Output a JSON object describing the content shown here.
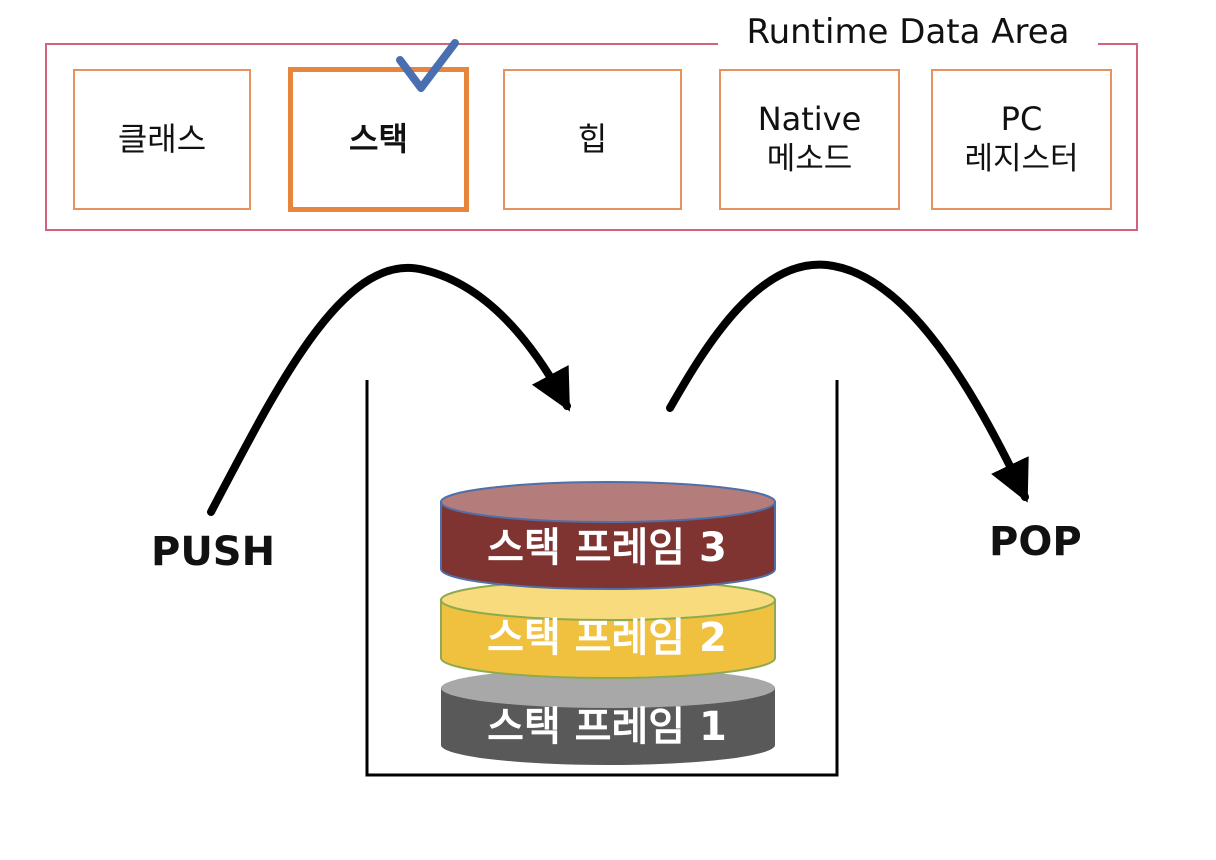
{
  "runtime_data_area": {
    "title": "Runtime Data Area",
    "areas": [
      {
        "line1": "클래스",
        "line2": ""
      },
      {
        "line1": "스택",
        "line2": "",
        "selected": true
      },
      {
        "line1": "힙",
        "line2": ""
      },
      {
        "line1": "Native",
        "line2": "메소드"
      },
      {
        "line1": "PC",
        "line2": "레지스터"
      }
    ]
  },
  "operations": {
    "push": "PUSH",
    "pop": "POP"
  },
  "stack_frames": [
    {
      "label": "스택 프레임 3",
      "top_color": "#b47d7b",
      "side_color": "#7f3432"
    },
    {
      "label": "스택 프레임 2",
      "top_color": "#f7db7d",
      "side_color": "#f0c13f"
    },
    {
      "label": "스택 프레임 1",
      "top_color": "#a8a8a8",
      "side_color": "#595959"
    }
  ],
  "colors": {
    "frame_border": "#d2627e",
    "area_border": "#e6925c",
    "selected_border": "#e8853d",
    "checkmark": "#4a6fb0",
    "container_line": "#000000",
    "arrow": "#000000"
  }
}
